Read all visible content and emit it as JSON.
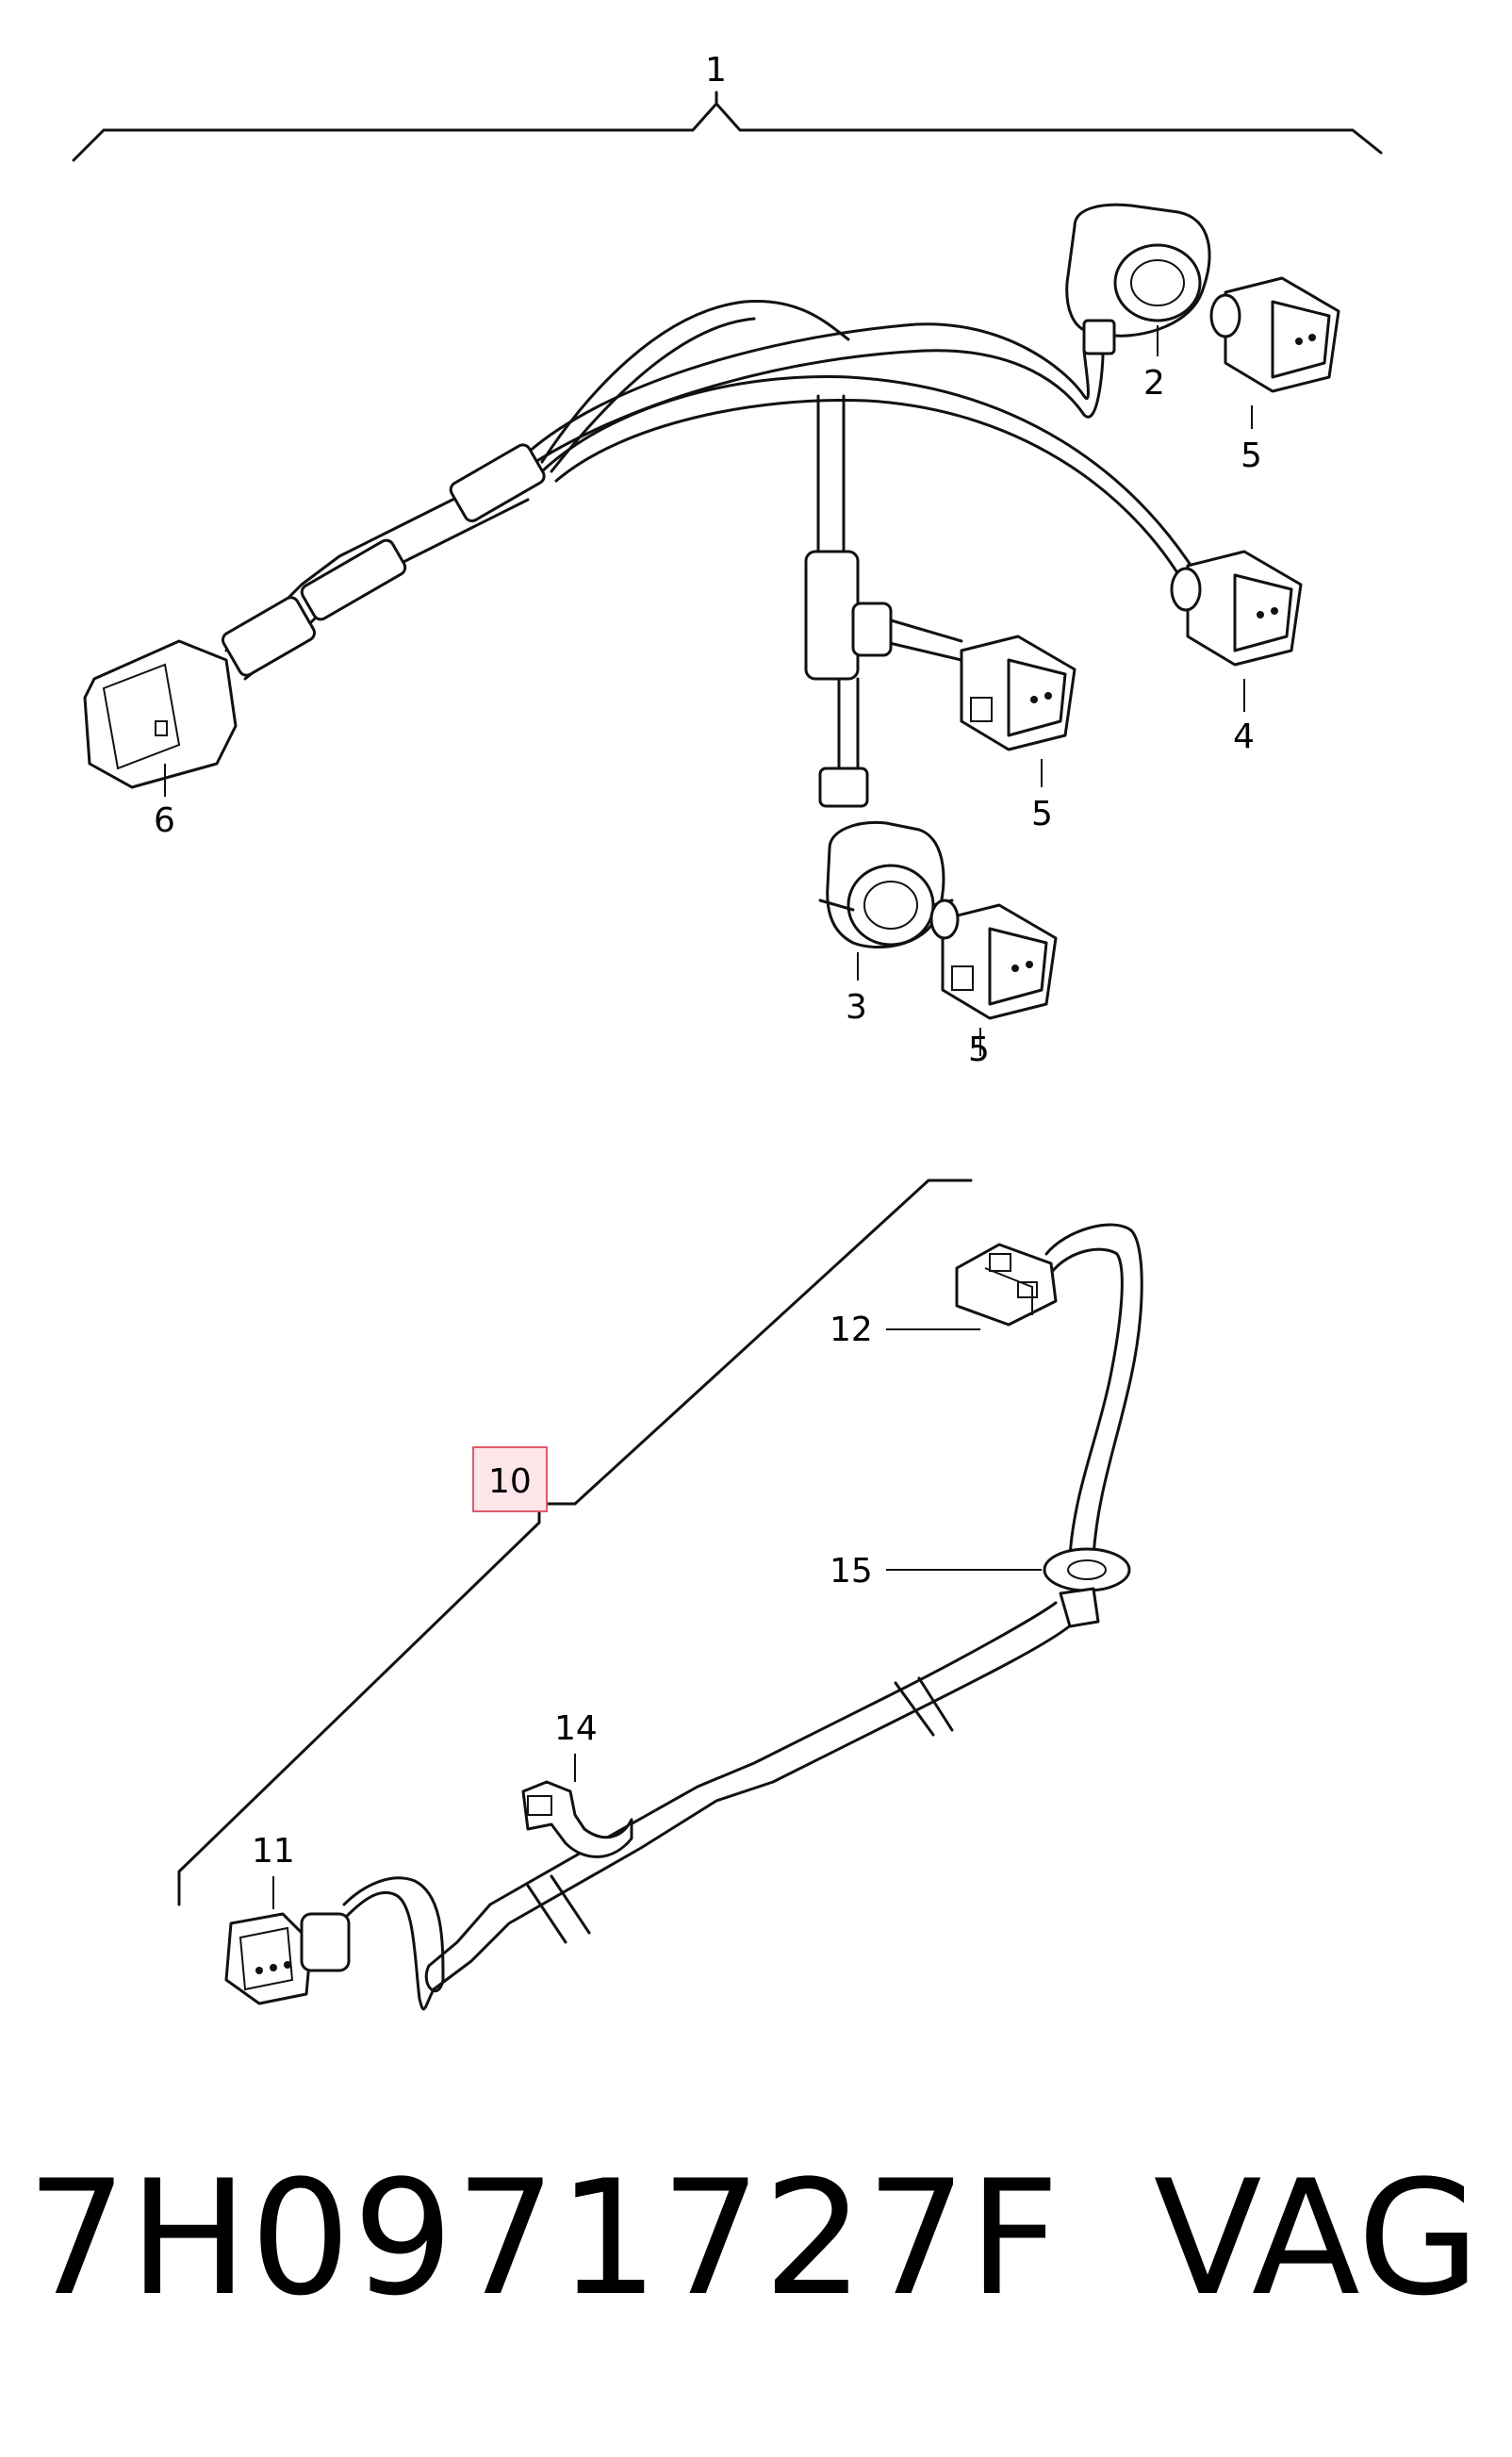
{
  "callouts": {
    "c1": "1",
    "c2": "2",
    "c3": "3",
    "c4": "4",
    "c5a": "5",
    "c5b": "5",
    "c5c": "5",
    "c6": "6",
    "c10": "10",
    "c11": "11",
    "c12": "12",
    "c14": "14",
    "c15": "15"
  },
  "footer": {
    "part_number": "7H0971727F",
    "brand": "VAG"
  },
  "colors": {
    "highlight_fill": "#fde6ea",
    "highlight_border": "#e05a6a"
  }
}
